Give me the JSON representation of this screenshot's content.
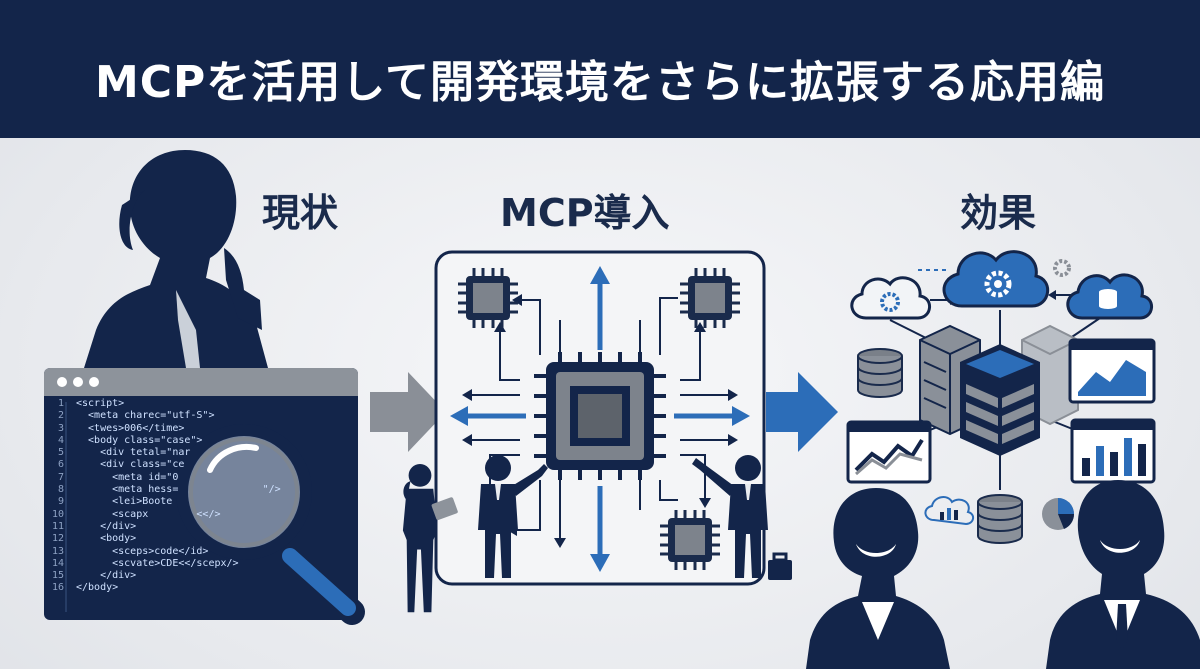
{
  "title": "MCPを活用して開発環境をさらに拡張する応用編",
  "sections": {
    "current": "現状",
    "mcp": "MCP導入",
    "effect": "効果"
  },
  "code_lines": [
    {
      "n": "1",
      "text": "<script>"
    },
    {
      "n": "2",
      "text": "  <meta charec=\"utf-S\">"
    },
    {
      "n": "3",
      "text": "  <twes>006</time>"
    },
    {
      "n": "4",
      "text": "  <body class=\"case\">"
    },
    {
      "n": "5",
      "text": "    <div tetal=\"nar"
    },
    {
      "n": "6",
      "text": "    <div class=\"ce"
    },
    {
      "n": "7",
      "text": "      <meta id=\"0"
    },
    {
      "n": "8",
      "text": "      <meta hess=              \"/>"
    },
    {
      "n": "9",
      "text": "      <lei>Boote"
    },
    {
      "n": "10",
      "text": "      <scapx        <</>"
    },
    {
      "n": "11",
      "text": "    </div>"
    },
    {
      "n": "12",
      "text": "    <body>"
    },
    {
      "n": "13",
      "text": "      <sceps>code</id>"
    },
    {
      "n": "14",
      "text": "      <scvate>CDE<</scepx/>"
    },
    {
      "n": "15",
      "text": "    </div>"
    },
    {
      "n": "16",
      "text": "</body>"
    }
  ],
  "colors": {
    "navy": "#13254a",
    "accent_blue": "#2c6db8",
    "gray": "#8a8f97",
    "chip_gray": "#6f747c"
  },
  "icons": [
    "person-silhouette-icon",
    "magnifier-icon",
    "chip-icon",
    "cloud-gear-icon",
    "cloud-database-icon",
    "server-icon",
    "database-icon",
    "chart-icon",
    "pie-chart-icon"
  ]
}
